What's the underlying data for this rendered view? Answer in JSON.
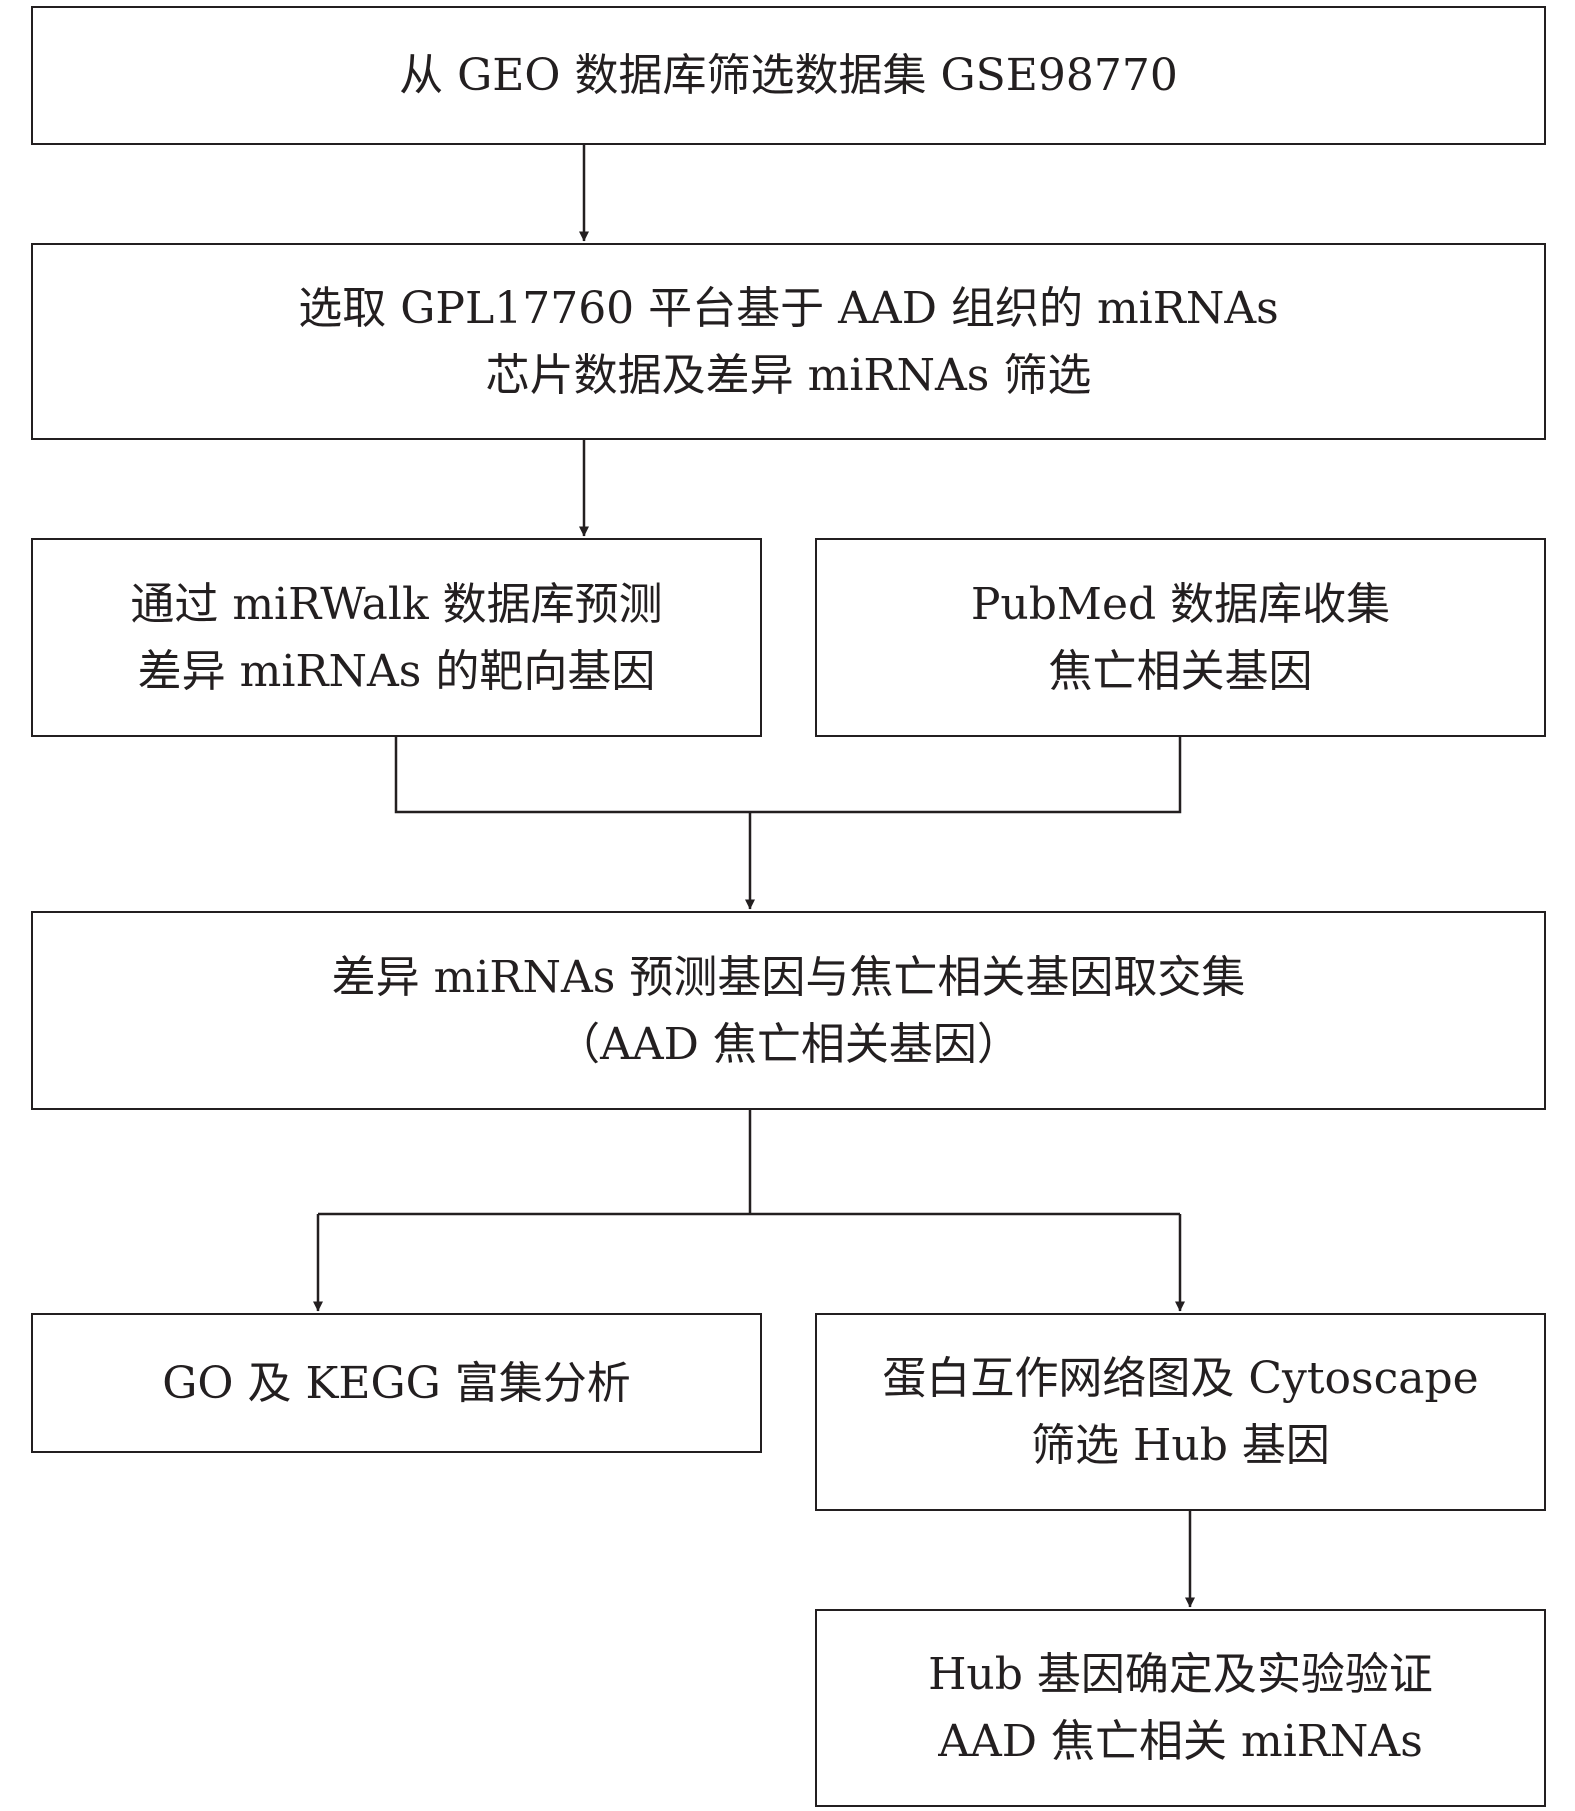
{
  "steps": {
    "geo_screen": "从 GEO 数据库筛选数据集 GSE98770",
    "platform_select": "选取 GPL17760 平台基于 AAD 组织的 miRNAs\n芯片数据及差异 miRNAs 筛选",
    "mirwalk_predict": "通过 miRWalk 数据库预测\n差异 miRNAs 的靶向基因",
    "pubmed_collect": "PubMed 数据库收集\n焦亡相关基因",
    "intersection": "差异 miRNAs 预测基因与焦亡相关基因取交集\n（AAD 焦亡相关基因）",
    "go_kegg": "GO 及 KEGG 富集分析",
    "ppi_cytoscape": "蛋白互作网络图及 Cytoscape\n筛选 Hub 基因",
    "hub_validation": "Hub 基因确定及实验验证\nAAD 焦亡相关 miRNAs"
  }
}
